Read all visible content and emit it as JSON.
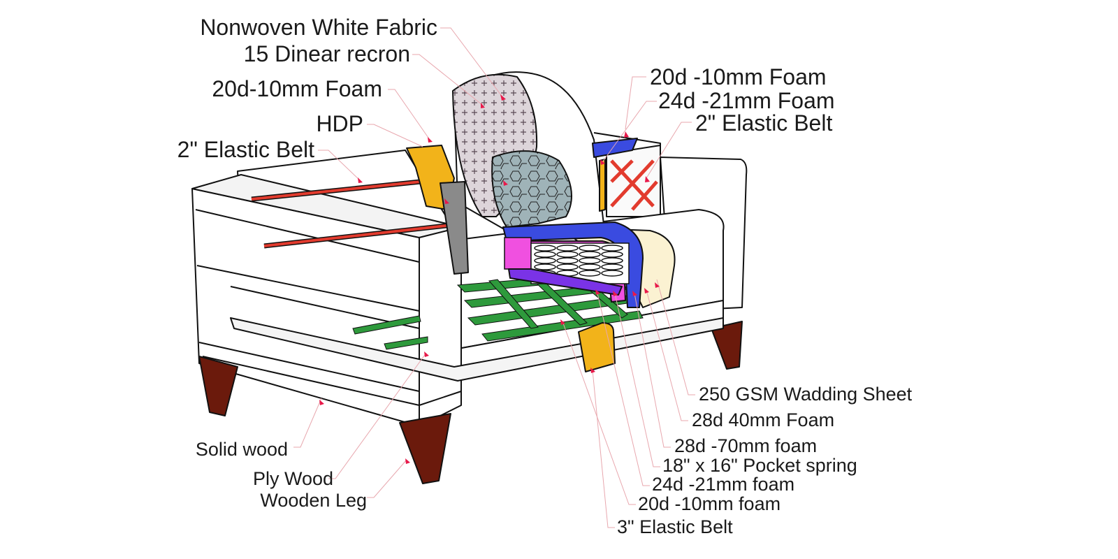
{
  "labels": {
    "nonwoven": "Nonwoven White Fabric",
    "recron": "15 Dinear recron",
    "foam_left": "20d-10mm Foam",
    "hdp": "HDP",
    "belt_left": "2\" Elastic Belt",
    "foam_back_20": "20d -10mm Foam",
    "foam_back_24": "24d -21mm Foam",
    "belt_right": "2\" Elastic Belt",
    "wadding": "250 GSM Wadding Sheet",
    "foam_28_40": "28d 40mm Foam",
    "foam_28_70": "28d -70mm foam",
    "pocket_spring": "18\" x 16\" Pocket spring",
    "foam_24_21": "24d -21mm foam",
    "foam_20_10": "20d -10mm foam",
    "belt_3": "3\" Elastic Belt",
    "solid_wood": "Solid wood",
    "ply_wood": "Ply Wood",
    "wooden_leg": "Wooden Leg"
  },
  "colors": {
    "hdp": "#f2b31a",
    "elastic_red": "#e23b2e",
    "webbing_green": "#2e9a3c",
    "foam_blue": "#3a4be0",
    "foam_magenta": "#f050e0",
    "foam_purple": "#7a33e6",
    "wadding": "#fbf2d2",
    "leg": "#6b1a0c",
    "cushion_gray": "#9fb3b8"
  }
}
